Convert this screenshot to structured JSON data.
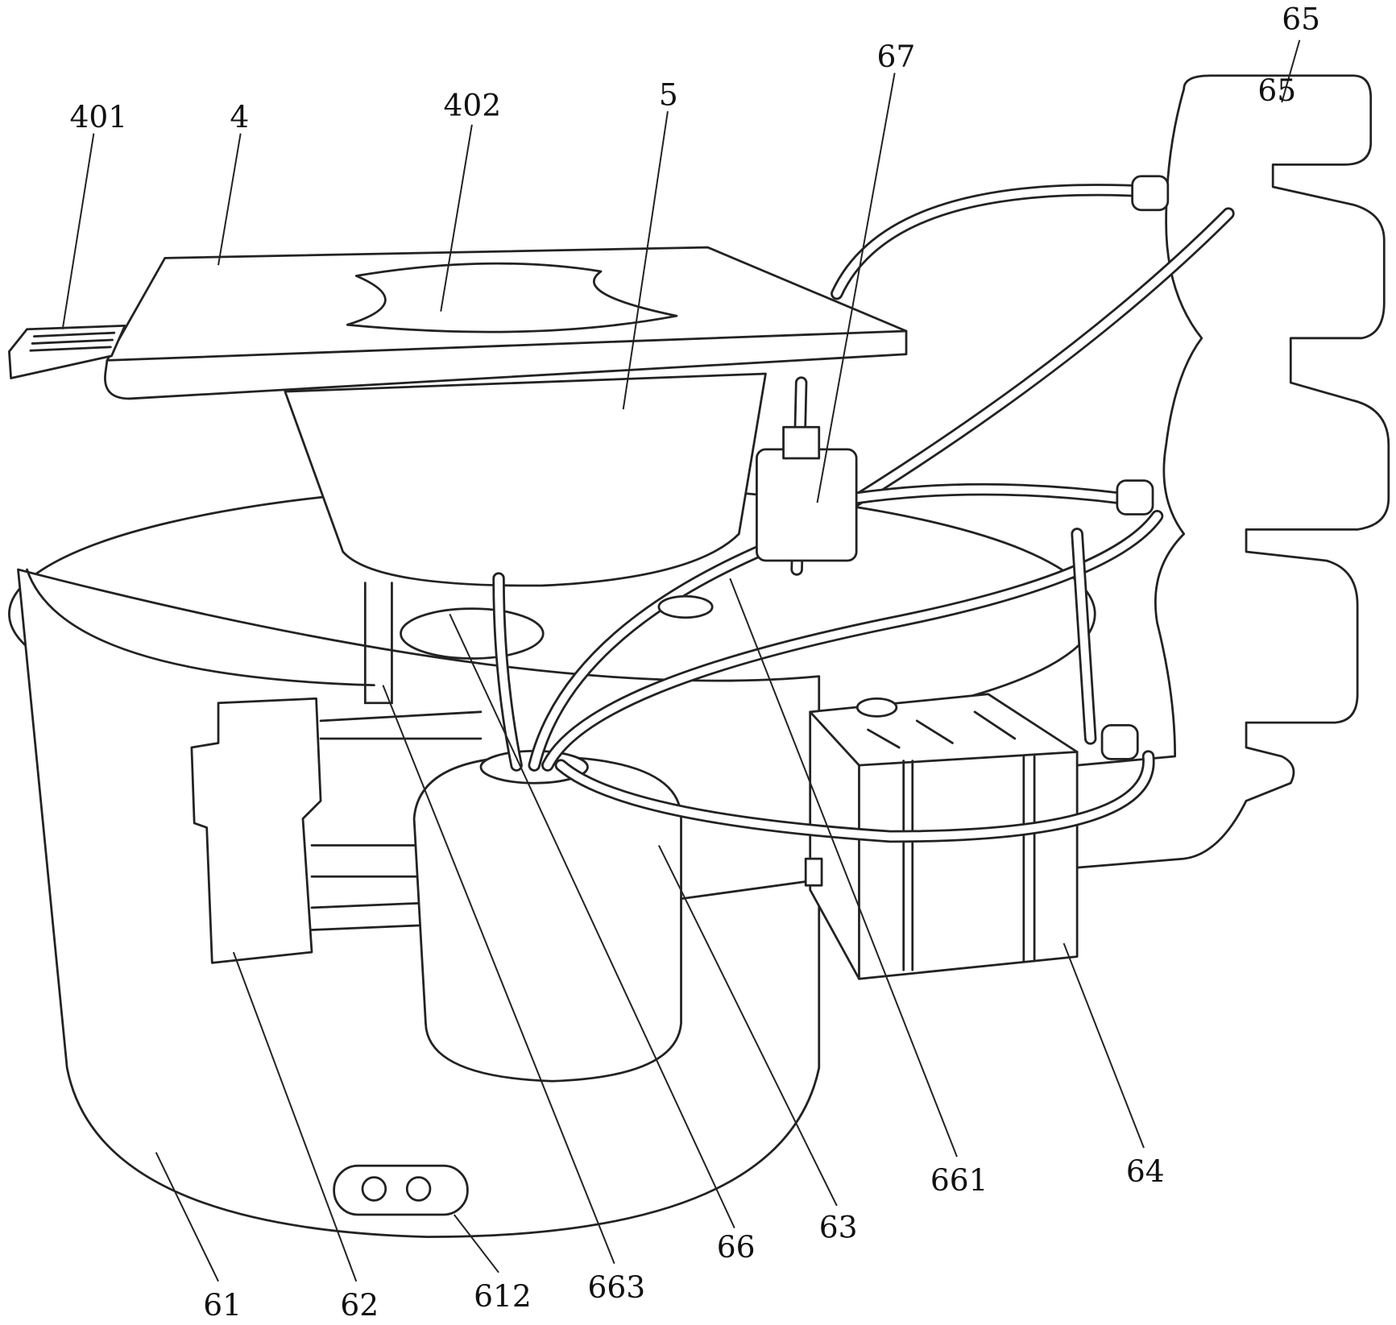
{
  "labels": {
    "l401": "401",
    "l4": "4",
    "l402": "402",
    "l5": "5",
    "l67": "67",
    "l65": "65",
    "l61": "61",
    "l62": "62",
    "l612": "612",
    "l663": "663",
    "l66": "66",
    "l63": "63",
    "l661": "661",
    "l64": "64"
  }
}
